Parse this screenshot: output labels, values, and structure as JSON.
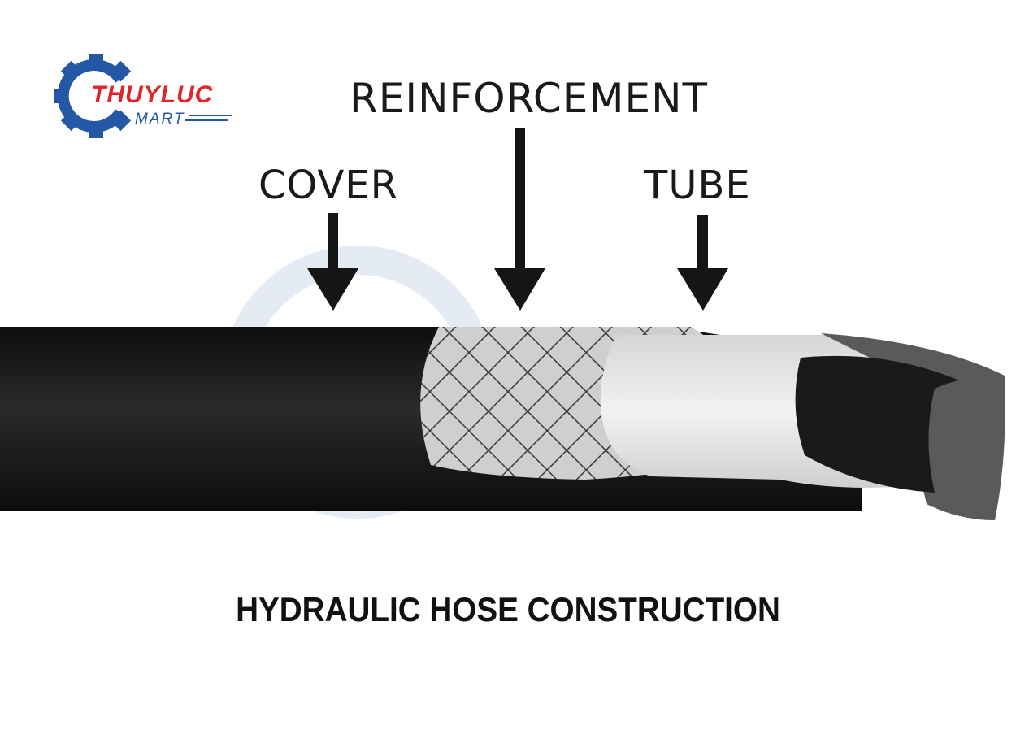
{
  "logo": {
    "name": "THUYLUC",
    "sub": "MART"
  },
  "labels": {
    "reinforcement": "REINFORCEMENT",
    "cover": "COVER",
    "tube": "TUBE"
  },
  "caption": "HYDRAULIC HOSE CONSTRUCTION",
  "colors": {
    "cover": "#141414",
    "braid": "#cfcfcf",
    "tube": "#e6e6e6",
    "logo_red": "#e0262b",
    "logo_blue": "#2457a6"
  },
  "icons": {
    "logo": "gear-icon",
    "arrows": "arrow-down-icon"
  }
}
